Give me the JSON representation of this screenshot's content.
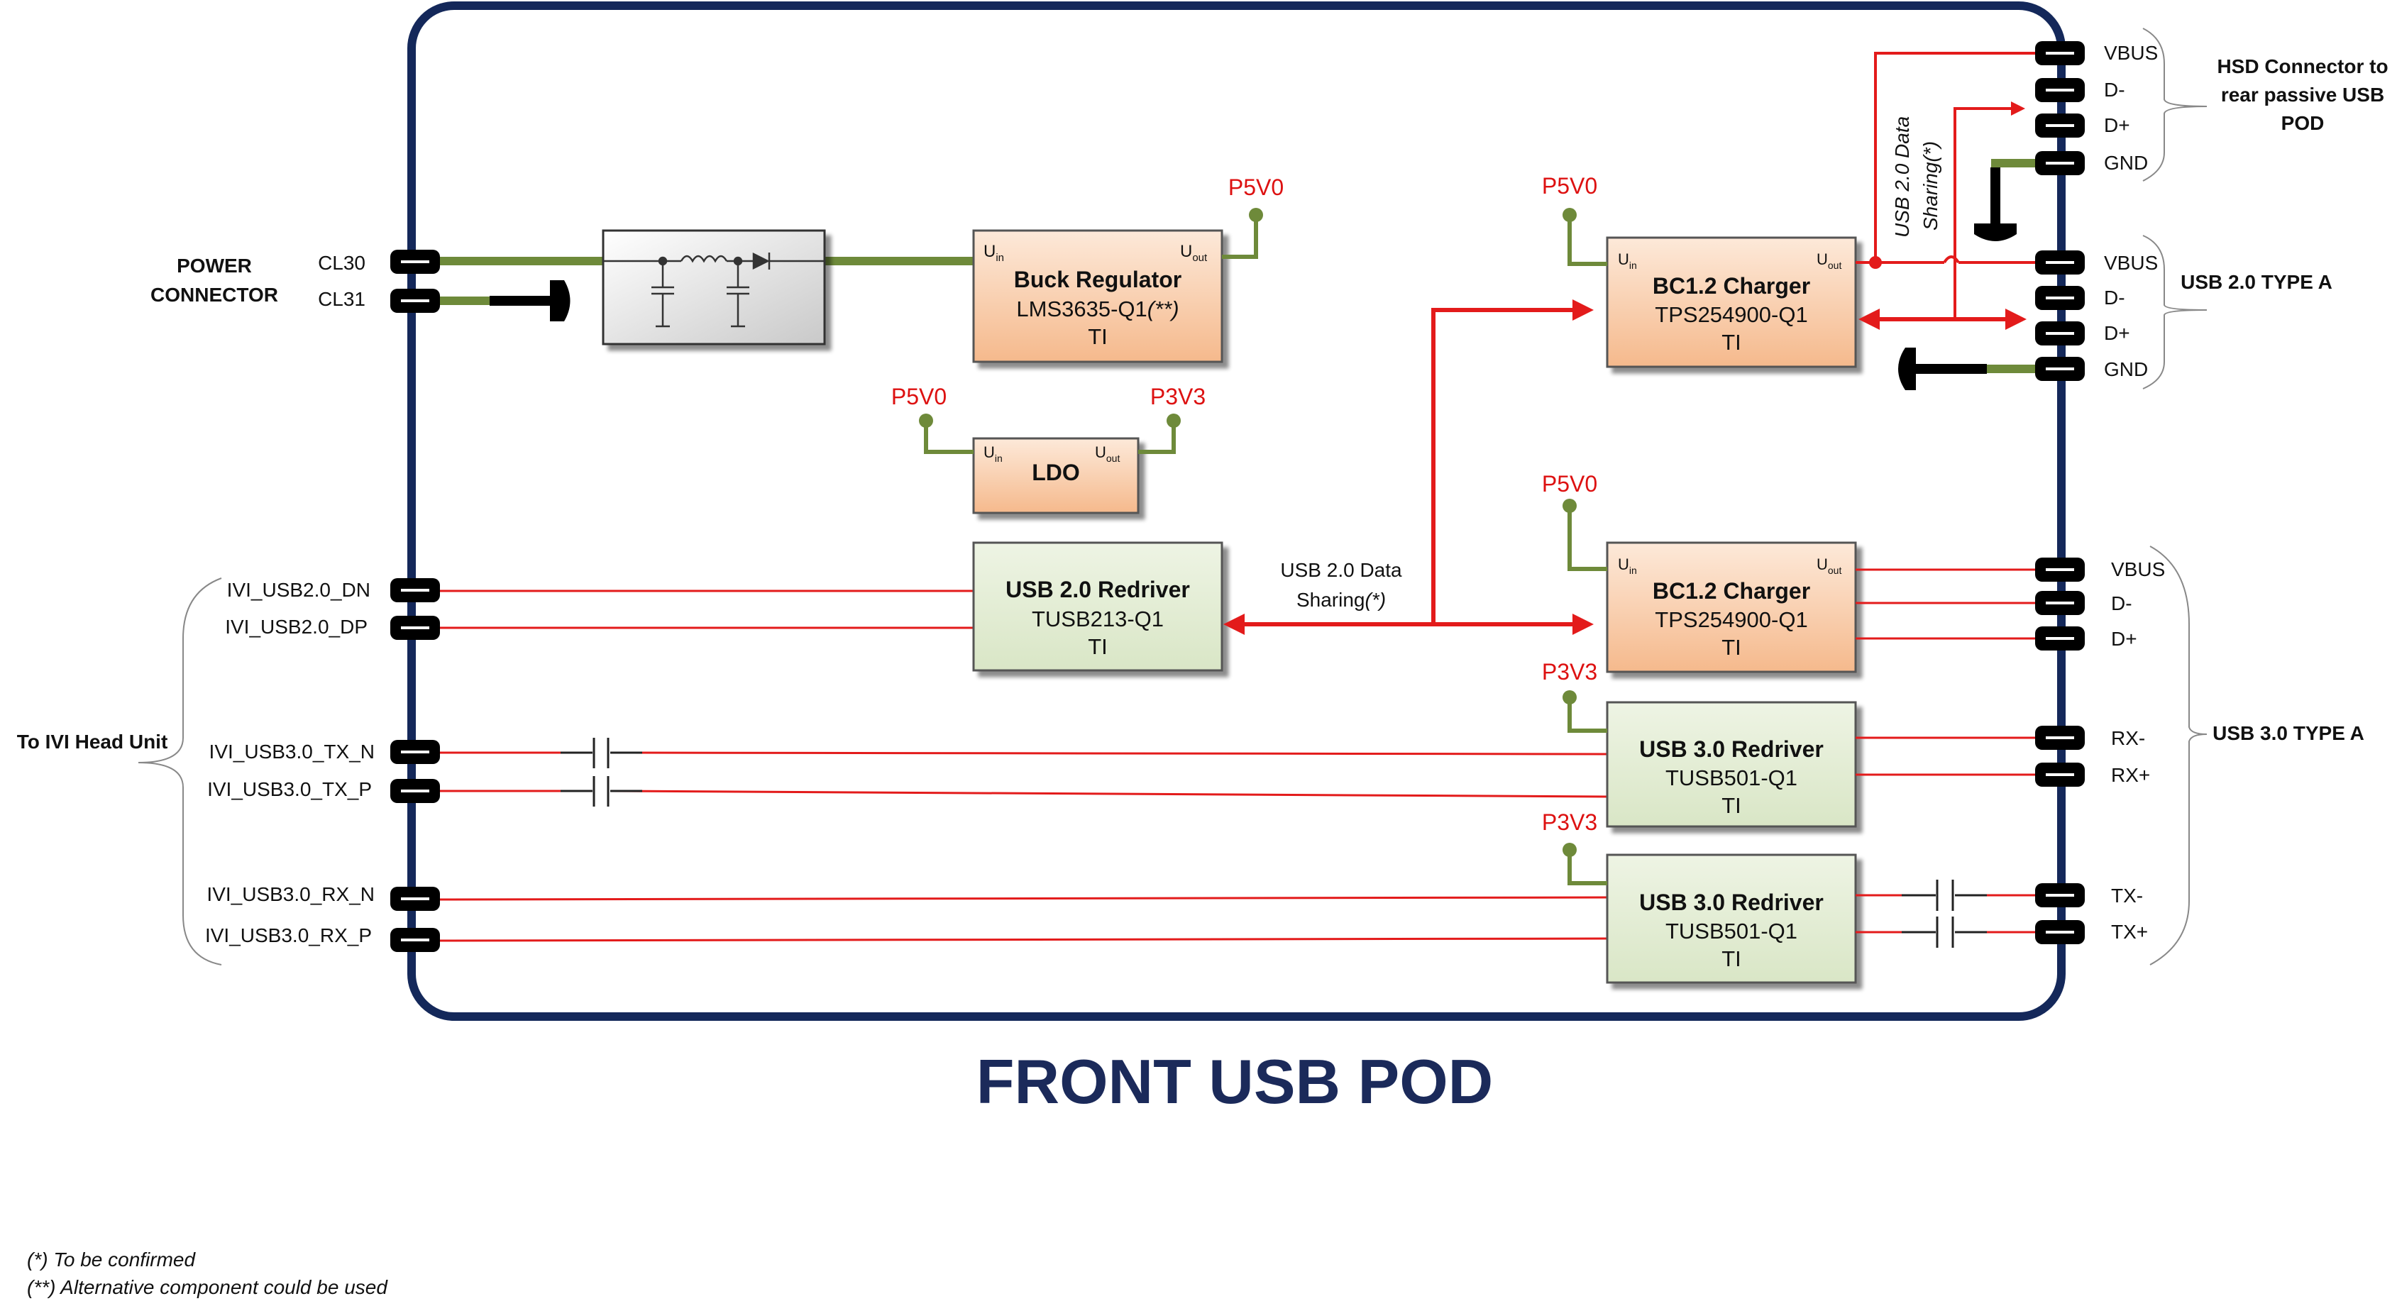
{
  "title": "FRONT USB POD",
  "notes": [
    "(*) To be confirmed",
    "(**) Alternative component could be used"
  ],
  "side_labels": {
    "power_connector_line1": "POWER",
    "power_connector_line2": "CONNECTOR",
    "ivi": "To IVI Head Unit",
    "hsd_line1": "HSD Connector to",
    "hsd_line2": "rear passive USB",
    "hsd_line3": "POD",
    "usb20": "USB 2.0 TYPE A",
    "usb30": "USB 3.0 TYPE A"
  },
  "left_pins": {
    "cl30": "CL30",
    "cl31": "CL31",
    "usb2_dn": "IVI_USB2.0_DN",
    "usb2_dp": "IVI_USB2.0_DP",
    "tx_n": "IVI_USB3.0_TX_N",
    "tx_p": "IVI_USB3.0_TX_P",
    "rx_n": "IVI_USB3.0_RX_N",
    "rx_p": "IVI_USB3.0_RX_P"
  },
  "right_pins": {
    "hsd": [
      "VBUS",
      "D-",
      "D+",
      "GND"
    ],
    "usb20": [
      "VBUS",
      "D-",
      "D+",
      "GND"
    ],
    "usb30": [
      "VBUS",
      "D-",
      "D+",
      "RX-",
      "RX+",
      "TX-",
      "TX+"
    ]
  },
  "rails": {
    "buck_out": "P5V0",
    "ldo_in": "P5V0",
    "ldo_out": "P3V3",
    "bc_top": "P5V0",
    "bc_bottom": "P5V0",
    "redrv1": "P3V3",
    "redrv2": "P3V3"
  },
  "ports": {
    "uin_main": "U",
    "uin_sub": "in",
    "uout_main": "U",
    "uout_sub": "out"
  },
  "blocks": {
    "buck": {
      "name": "Buck Regulator",
      "part": "LMS3635-Q1",
      "part_note": "(**)",
      "vendor": "TI"
    },
    "ldo": {
      "name": "LDO"
    },
    "bc_top": {
      "name": "BC1.2 Charger",
      "part": "TPS254900-Q1",
      "vendor": "TI"
    },
    "bc_bottom": {
      "name": "BC1.2 Charger",
      "part": "TPS254900-Q1",
      "vendor": "TI"
    },
    "usb2_redriver": {
      "name": "USB 2.0 Redriver",
      "part": "TUSB213-Q1",
      "vendor": "TI"
    },
    "usb3_redriver_1": {
      "name": "USB 3.0 Redriver",
      "part": "TUSB501-Q1",
      "vendor": "TI"
    },
    "usb3_redriver_2": {
      "name": "USB 3.0 Redriver",
      "part": "TUSB501-Q1",
      "vendor": "TI"
    }
  },
  "annotations": {
    "sharing_center_line1": "USB 2.0 Data",
    "sharing_center_line2": "Sharing",
    "sharing_center_note": "(*)",
    "sharing_vertical_line1": "USB 2.0 Data",
    "sharing_vertical_line2": "Sharing(*)"
  },
  "colors": {
    "frame": "#14285a",
    "signal": "#e31b1b",
    "power": "#6e8a3a",
    "orange_box": "#f7c9a6",
    "green_box": "#e3ecd6"
  }
}
